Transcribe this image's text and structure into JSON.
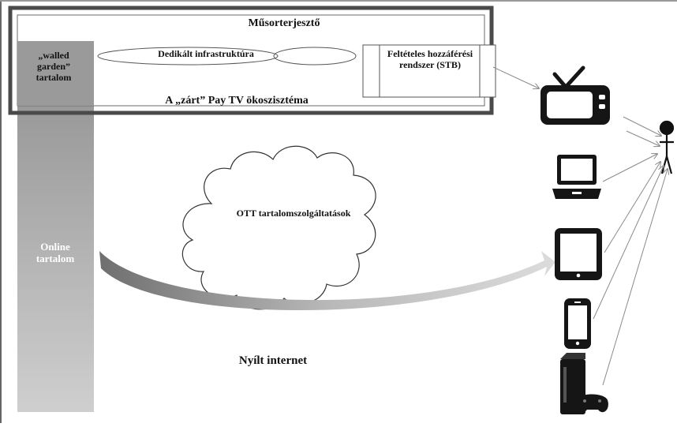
{
  "diagram": {
    "top_box": {
      "title": "Műsorterjesztő",
      "left_block_label": "„walled garden” tartalom",
      "infrastructure_label": "Dedikált infrastruktúra",
      "access_system_label": "Feltételes hozzáférési rendszer (STB)",
      "ecosystem_label": "A „zárt” Pay TV ökoszisztéma"
    },
    "online_content_label": "Online tartalom",
    "cloud_label": "OTT tartalomszolgáltatások",
    "internet_label": "Nyílt internet",
    "devices": [
      {
        "name": "tv-icon"
      },
      {
        "name": "laptop-icon"
      },
      {
        "name": "tablet-icon"
      },
      {
        "name": "smartphone-icon"
      },
      {
        "name": "game-console-icon"
      }
    ],
    "user": {
      "name": "person-icon"
    },
    "colors": {
      "border": "#444444",
      "column_gradient_top": "#8f8f8f",
      "column_gradient_bottom": "#cccccc",
      "device": "#151515",
      "arrow": "#9a9a9a"
    }
  }
}
